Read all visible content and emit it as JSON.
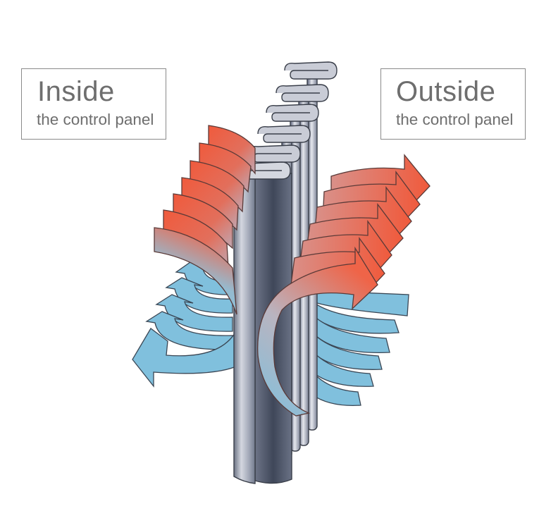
{
  "labels": {
    "inside": {
      "title": "Inside",
      "subtitle": "the control panel"
    },
    "outside": {
      "title": "Outside",
      "subtitle": "the control panel"
    }
  },
  "diagram": {
    "subject": "folded-fin heat exchanger",
    "fin_folds": 6,
    "hot_air_arrows_inside": 7,
    "cool_air_arrows_inside": 5,
    "hot_air_arrows_outside": 7,
    "cool_air_arrows_outside": 6
  },
  "colors": {
    "hot_air": "#ee5c43",
    "hot_air_fade": "#c9a2a8",
    "cool_air": "#7fbfdc",
    "fin_light": "#c9ccd6",
    "fin_dark": "#4d5568",
    "outline": "#3a3f4a",
    "label_text": "#6e6e6e",
    "label_border": "#8a8a8a"
  }
}
